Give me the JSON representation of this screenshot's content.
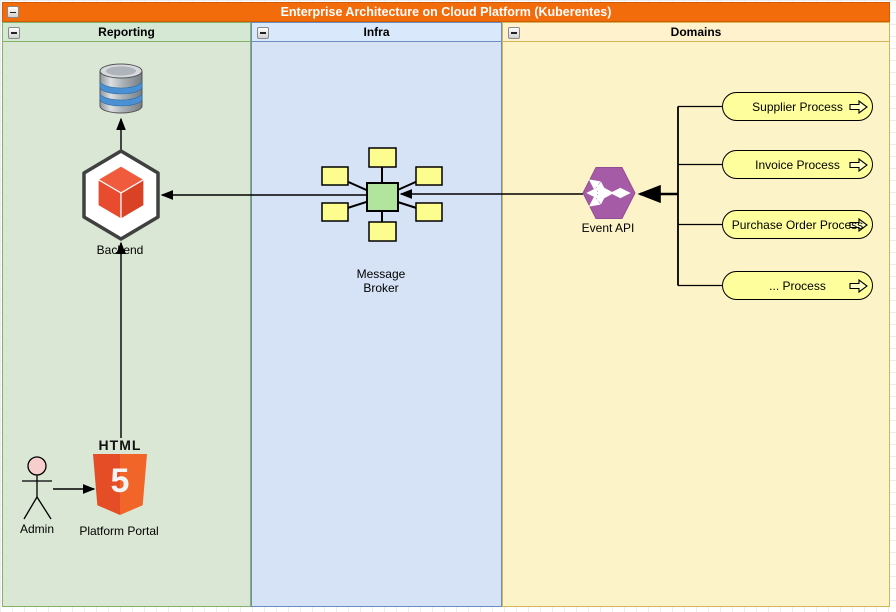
{
  "pool": {
    "title": "Enterprise Architecture on Cloud Platform (Kuberentes)"
  },
  "lanes": [
    {
      "id": "reporting",
      "label": "Reporting"
    },
    {
      "id": "infra",
      "label": "Infra"
    },
    {
      "id": "domains",
      "label": "Domains"
    }
  ],
  "nodes": {
    "database": {
      "icon": "database-cylinder-icon"
    },
    "backend": {
      "label": "Backend",
      "icon": "hexagon-cube-icon"
    },
    "message_broker": {
      "label": "Message Broker",
      "icon": "hub-and-spoke-icon"
    },
    "event_api": {
      "label": "Event API",
      "icon": "purple-hexagon-fanout-icon"
    },
    "admin": {
      "label": "Admin",
      "icon": "actor-stick-figure-icon"
    },
    "platform_portal": {
      "label": "Platform Portal",
      "logo_text": "HTML",
      "logo_number": "5",
      "icon": "html5-shield-icon"
    }
  },
  "processes": [
    {
      "label": "Supplier Process",
      "icon": "rightwards-white-arrow-icon"
    },
    {
      "label": "Invoice Process",
      "icon": "rightwards-white-arrow-icon"
    },
    {
      "label": "Purchase Order Process",
      "icon": "rightwards-white-arrow-icon"
    },
    {
      "label": "... Process",
      "icon": "rightwards-white-arrow-icon"
    }
  ],
  "icons": {
    "collapse": "minus-square-icon"
  },
  "colors": {
    "title_bar": "#f36c0c",
    "lane_reporting_header": "#d5e8d4",
    "lane_reporting_body": "#d9e7d4",
    "lane_reporting_border": "#82b366",
    "lane_infra_header": "#dae8fc",
    "lane_infra_body": "#d6e2f5",
    "lane_infra_border": "#6c8ebf",
    "lane_domains_header": "#fff2cc",
    "lane_domains_body": "#fdf3c8",
    "lane_domains_border": "#d6b656",
    "process_fill": "#feff9c",
    "broker_center_fill": "#b1e59e",
    "broker_satellite_fill": "#fdfd8f",
    "event_api_fill": "#a55ba5",
    "backend_cube_red": "#e84b2e",
    "html5_orange_left": "#e44d26",
    "html5_orange_right": "#f16529",
    "actor_head_fill": "#f8cecc",
    "connector": "#000000"
  }
}
